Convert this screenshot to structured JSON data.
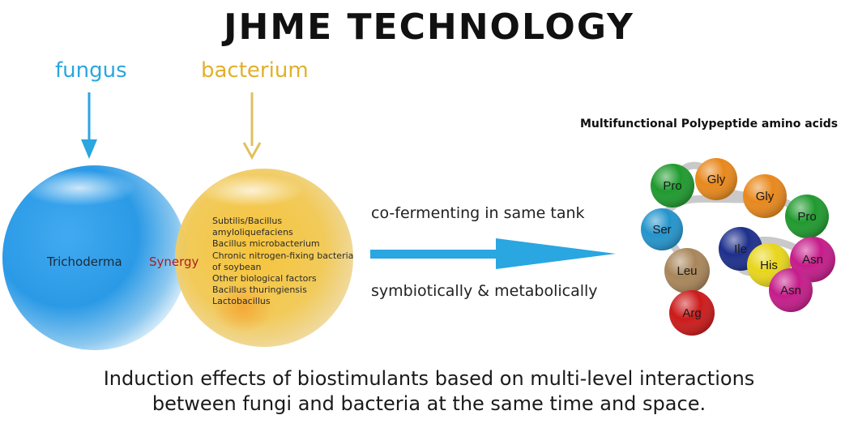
{
  "title": "JHME TECHNOLOGY",
  "sources": {
    "fungus": "fungus",
    "bacterium": "bacterium"
  },
  "fungus_sphere": {
    "label": "Trichoderma",
    "color": "#2aa6e0"
  },
  "bacteria_sphere": {
    "color": "#f3c230",
    "items": [
      "Subtilis/Bacillus",
      "amyloliquefaciens",
      "Bacillus microbacterium",
      "Chronic nitrogen-fixing bacteria",
      "of soybean",
      "Other biological factors",
      "Bacillus thuringiensis",
      "Lactobacillus"
    ]
  },
  "synergy": "Synergy",
  "process": {
    "top": "co-fermenting in same tank",
    "bottom": "symbiotically & metabolically"
  },
  "polypeptide": {
    "title": "Multifunctional Polypeptide amino acids",
    "beads": [
      {
        "label": "Pro",
        "color": "#1f9a2e"
      },
      {
        "label": "Gly",
        "color": "#e8881c"
      },
      {
        "label": "Gly",
        "color": "#e8881c"
      },
      {
        "label": "Pro",
        "color": "#1f9a2e"
      },
      {
        "label": "Ser",
        "color": "#2494cc"
      },
      {
        "label": "Ile",
        "color": "#1d2f8c"
      },
      {
        "label": "His",
        "color": "#e8d61c"
      },
      {
        "label": "Asn",
        "color": "#c51c8a"
      },
      {
        "label": "Asn",
        "color": "#c51c8a"
      },
      {
        "label": "Leu",
        "color": "#a9865a"
      },
      {
        "label": "Arg",
        "color": "#cc1a1a"
      }
    ]
  },
  "caption": {
    "line1": "Induction effects of biostimulants based on multi-level interactions",
    "line2": "between fungi and bacteria at the same time and space."
  }
}
